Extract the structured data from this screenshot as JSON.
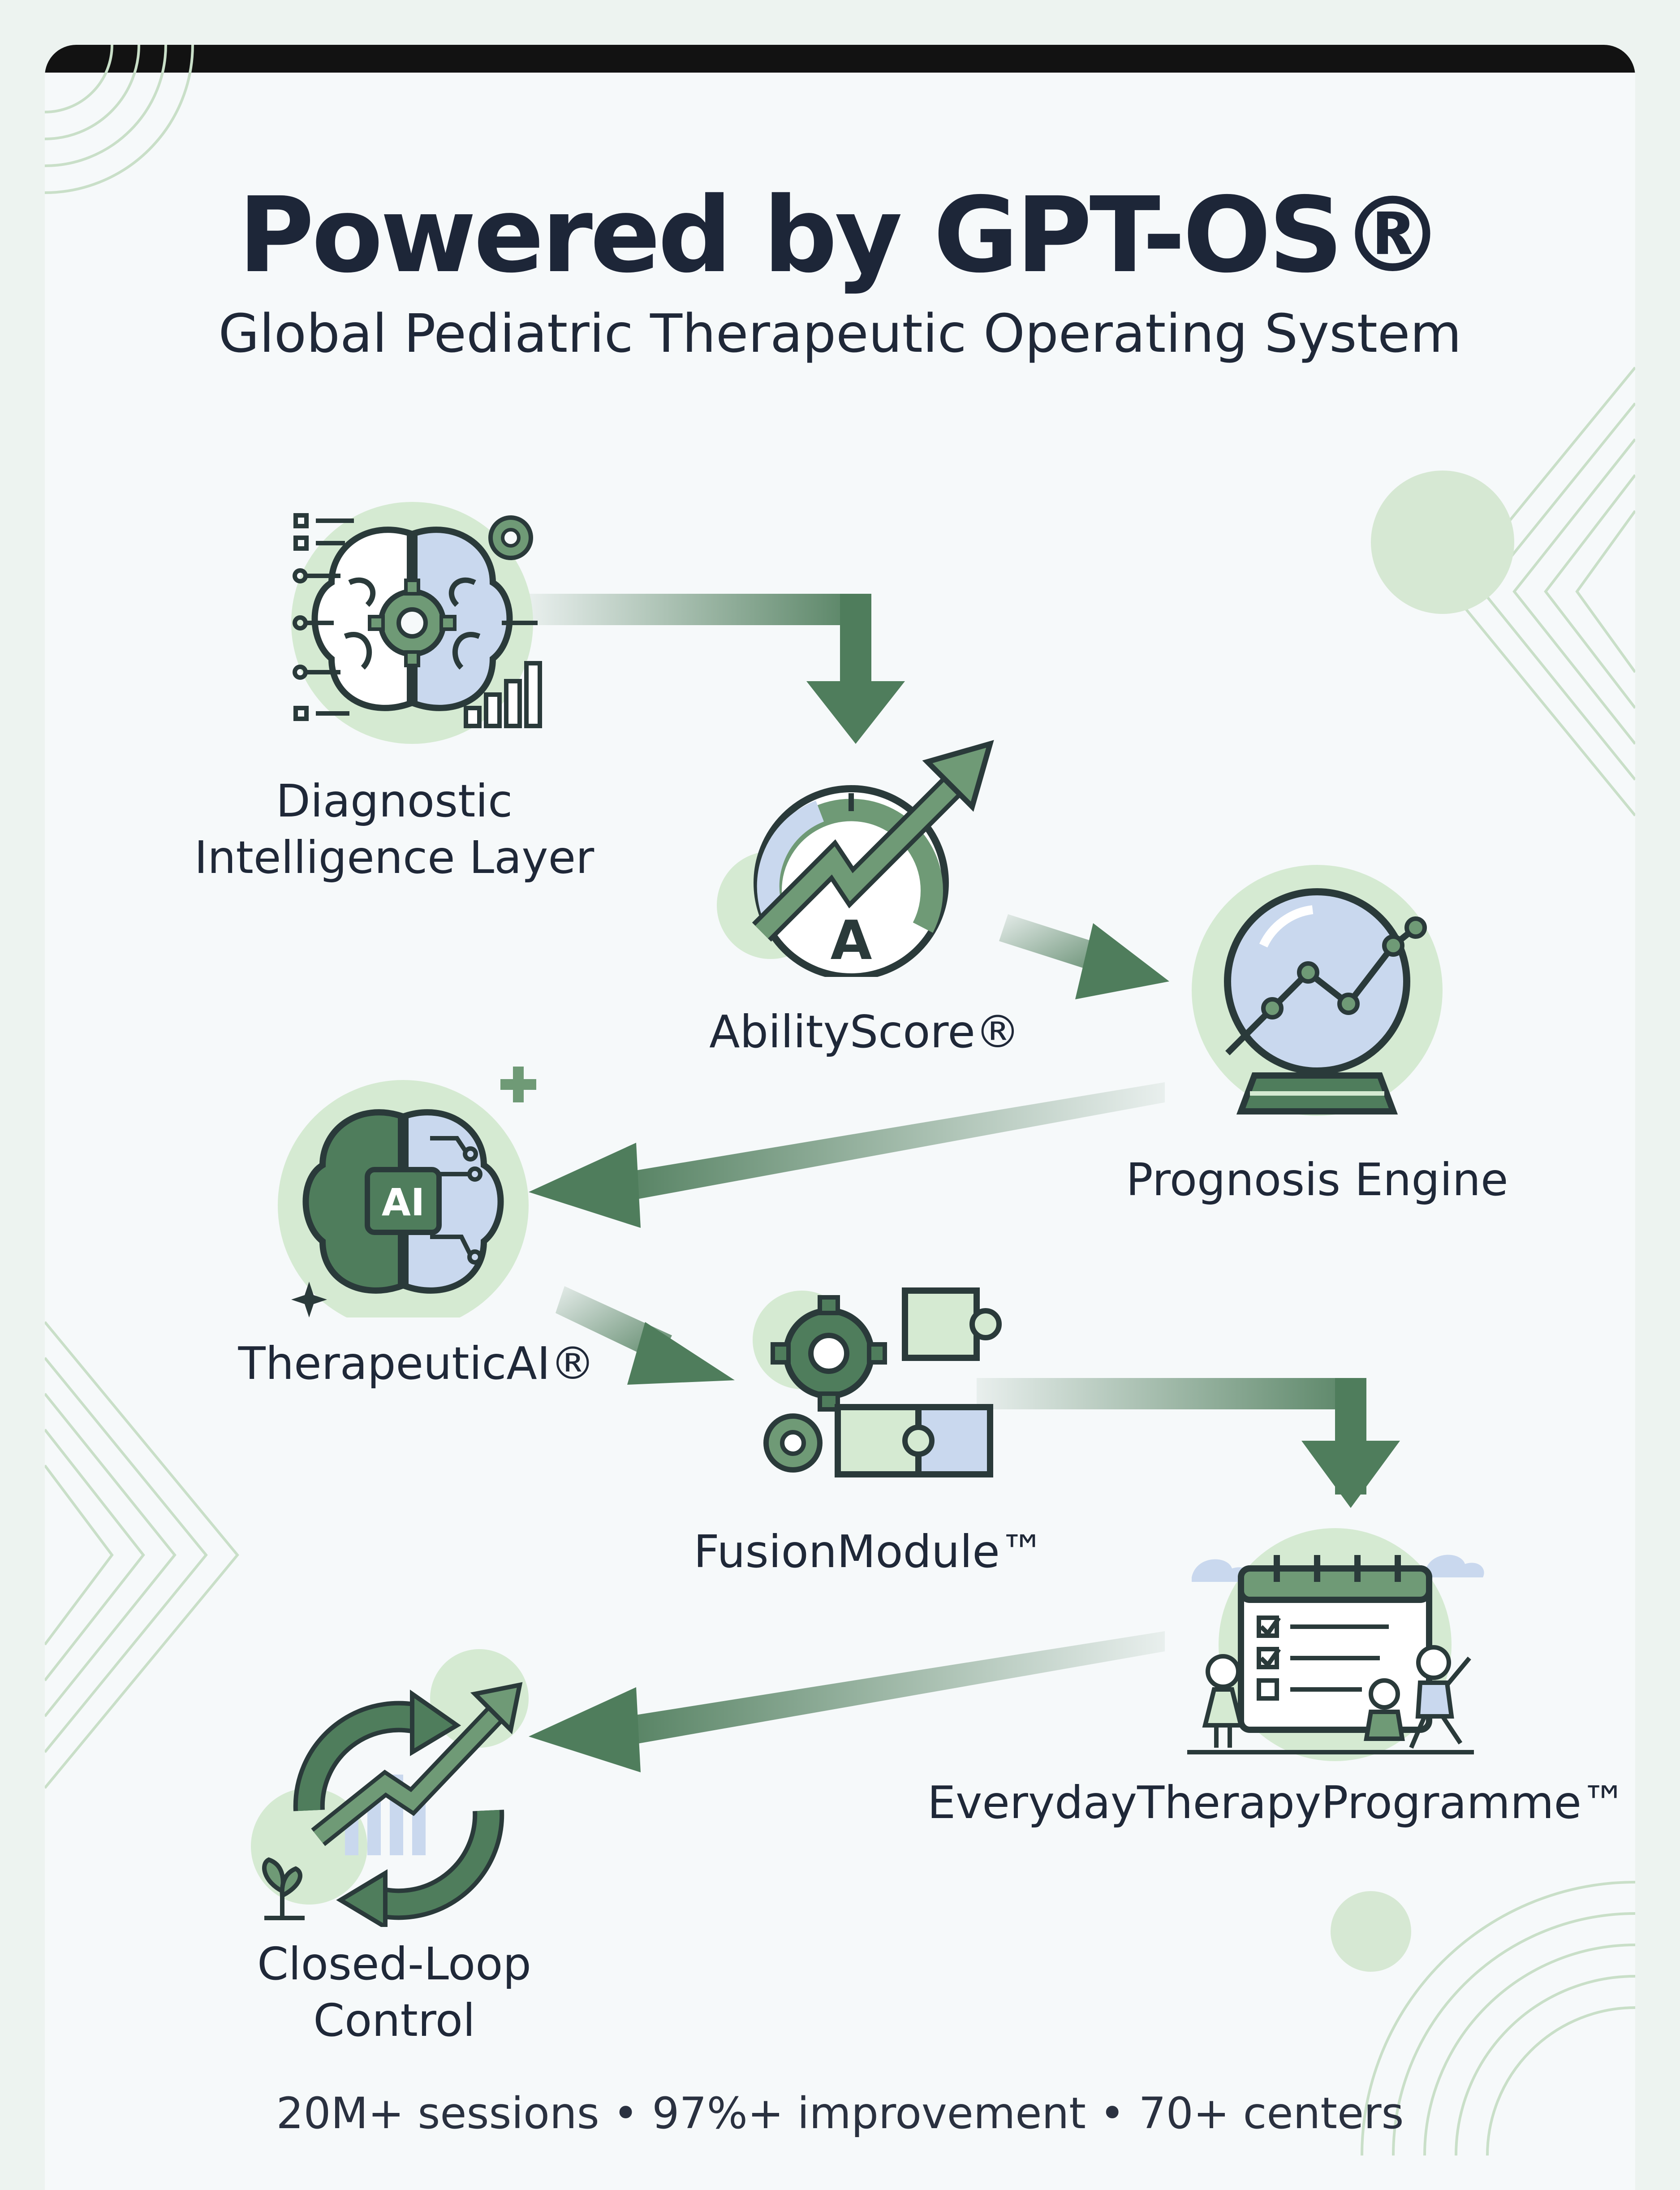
{
  "header": {
    "title": "Powered by GPT-OS®",
    "subtitle": "Global Pediatric Therapeutic Operating System"
  },
  "nodes": [
    {
      "id": "diagnostic",
      "lines": [
        "Diagnostic",
        "Intelligence Layer"
      ],
      "icon": "brain-gears-icon"
    },
    {
      "id": "abilityscore",
      "lines": [
        "AbilityScore®"
      ],
      "icon": "gauge-arrow-icon",
      "badge": "A"
    },
    {
      "id": "prognosis",
      "lines": [
        "Prognosis Engine"
      ],
      "icon": "crystal-ball-chart-icon"
    },
    {
      "id": "therapeutic",
      "lines": [
        "TherapeuticAI®"
      ],
      "icon": "ai-brain-icon",
      "badge": "AI"
    },
    {
      "id": "fusion",
      "lines": [
        "FusionModule™"
      ],
      "icon": "gears-puzzle-icon"
    },
    {
      "id": "everyday",
      "lines": [
        "EverydayTherapyProgramme™"
      ],
      "icon": "calendar-children-icon"
    },
    {
      "id": "closedloop",
      "lines": [
        "Closed-Loop",
        "Control"
      ],
      "icon": "cycle-arrows-chart-icon"
    }
  ],
  "footer": "20M+ sessions • 97%+ improvement • 70+ centers",
  "colors": {
    "dark_green": "#4f7d5c",
    "mid_green": "#6f9a76",
    "light_green": "#d5ead2",
    "pale_blue": "#c9d8ee",
    "navy": "#1d2638",
    "background": "#f6f9fa"
  }
}
